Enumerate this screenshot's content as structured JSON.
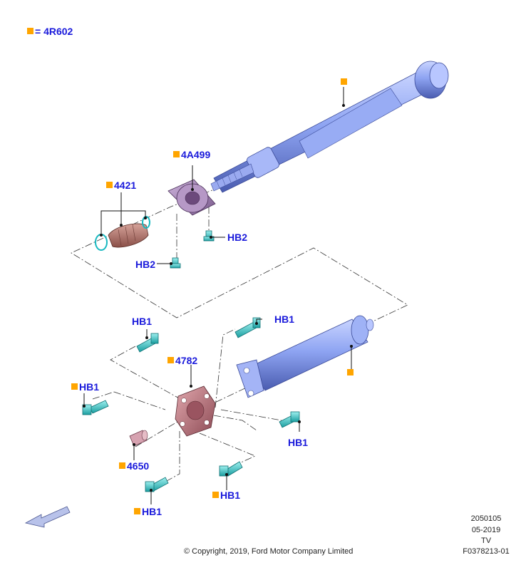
{
  "legend": {
    "text": "= 4R602",
    "color": "#ffa500"
  },
  "callouts": {
    "a4A499": "4A499",
    "a4421": "4421",
    "hb2_right": "HB2",
    "hb2_left": "HB2",
    "hb1_top_right": "HB1",
    "hb1_top_left": "HB1",
    "a4782": "4782",
    "hb1_left": "HB1",
    "hb1_right": "HB1",
    "a4650": "4650",
    "hb1_bottom_left": "HB1",
    "hb1_bottom_mid": "HB1"
  },
  "meta": {
    "code1": "2050105",
    "date": "05-2019",
    "view": "TV",
    "figure": "F0378213-01"
  },
  "copyright": "© Copyright, 2019, Ford Motor Company Limited",
  "colors": {
    "label": "#1a1adb",
    "marker": "#ffa500",
    "shaft": "#8aa0f0",
    "bearing": "#a07ab0",
    "boot": "#b07a70",
    "flex_coupling": "#b46e78",
    "bolt": "#2fc7c7"
  },
  "icons": {
    "direction": "front-arrow-icon"
  }
}
